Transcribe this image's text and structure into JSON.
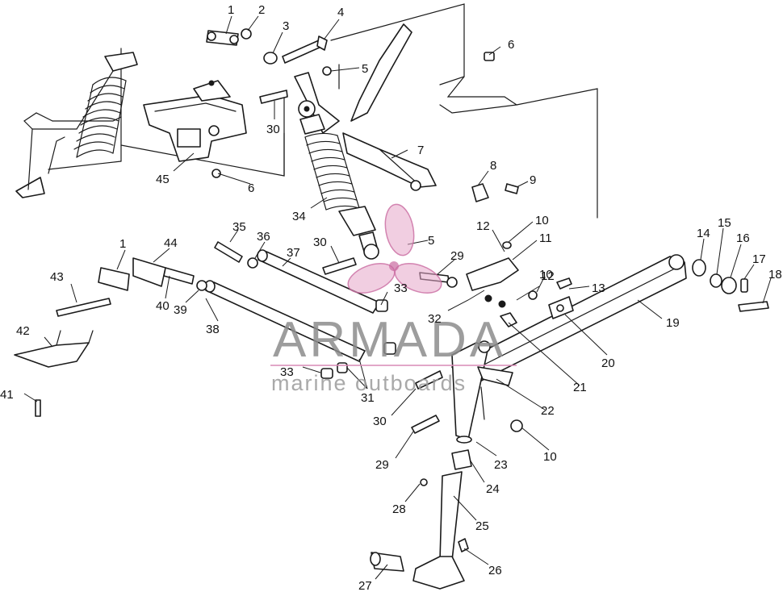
{
  "watermark": {
    "brand": "ARMADA",
    "tagline": "marine outboards",
    "colors": {
      "petal": "#e6a6c9",
      "text": "#8c8c8c",
      "line": "#d98ab6"
    }
  },
  "callouts": [
    {
      "id": "c1a",
      "label": "1"
    },
    {
      "id": "c2",
      "label": "2"
    },
    {
      "id": "c3",
      "label": "3"
    },
    {
      "id": "c4",
      "label": "4"
    },
    {
      "id": "c5a",
      "label": "5"
    },
    {
      "id": "c6a",
      "label": "6"
    },
    {
      "id": "c30a",
      "label": "30"
    },
    {
      "id": "c7",
      "label": "7"
    },
    {
      "id": "c8",
      "label": "8"
    },
    {
      "id": "c9",
      "label": "9"
    },
    {
      "id": "c45",
      "label": "45"
    },
    {
      "id": "c6b",
      "label": "6"
    },
    {
      "id": "c34",
      "label": "34"
    },
    {
      "id": "c10a",
      "label": "10"
    },
    {
      "id": "c12a",
      "label": "12"
    },
    {
      "id": "c11",
      "label": "11"
    },
    {
      "id": "c35",
      "label": "35"
    },
    {
      "id": "c36",
      "label": "36"
    },
    {
      "id": "c37",
      "label": "37"
    },
    {
      "id": "c30b",
      "label": "30"
    },
    {
      "id": "c5b",
      "label": "5"
    },
    {
      "id": "c29a",
      "label": "29"
    },
    {
      "id": "c10b",
      "label": "10"
    },
    {
      "id": "c12b",
      "label": "12"
    },
    {
      "id": "c13",
      "label": "13"
    },
    {
      "id": "c14",
      "label": "14"
    },
    {
      "id": "c15",
      "label": "15"
    },
    {
      "id": "c16",
      "label": "16"
    },
    {
      "id": "c17",
      "label": "17"
    },
    {
      "id": "c18",
      "label": "18"
    },
    {
      "id": "c1b",
      "label": "1"
    },
    {
      "id": "c44",
      "label": "44"
    },
    {
      "id": "c43",
      "label": "43"
    },
    {
      "id": "c40",
      "label": "40"
    },
    {
      "id": "c39",
      "label": "39"
    },
    {
      "id": "c33a",
      "label": "33"
    },
    {
      "id": "c32",
      "label": "32"
    },
    {
      "id": "c19",
      "label": "19"
    },
    {
      "id": "c38",
      "label": "38"
    },
    {
      "id": "c42",
      "label": "42"
    },
    {
      "id": "c20",
      "label": "20"
    },
    {
      "id": "c21",
      "label": "21"
    },
    {
      "id": "c33b",
      "label": "33"
    },
    {
      "id": "c31",
      "label": "31"
    },
    {
      "id": "c22",
      "label": "22"
    },
    {
      "id": "c41",
      "label": "41"
    },
    {
      "id": "c30c",
      "label": "30"
    },
    {
      "id": "c29b",
      "label": "29"
    },
    {
      "id": "c23",
      "label": "23"
    },
    {
      "id": "c10c",
      "label": "10"
    },
    {
      "id": "c24",
      "label": "24"
    },
    {
      "id": "c28",
      "label": "28"
    },
    {
      "id": "c25",
      "label": "25"
    },
    {
      "id": "c26",
      "label": "26"
    },
    {
      "id": "c27",
      "label": "27"
    }
  ]
}
